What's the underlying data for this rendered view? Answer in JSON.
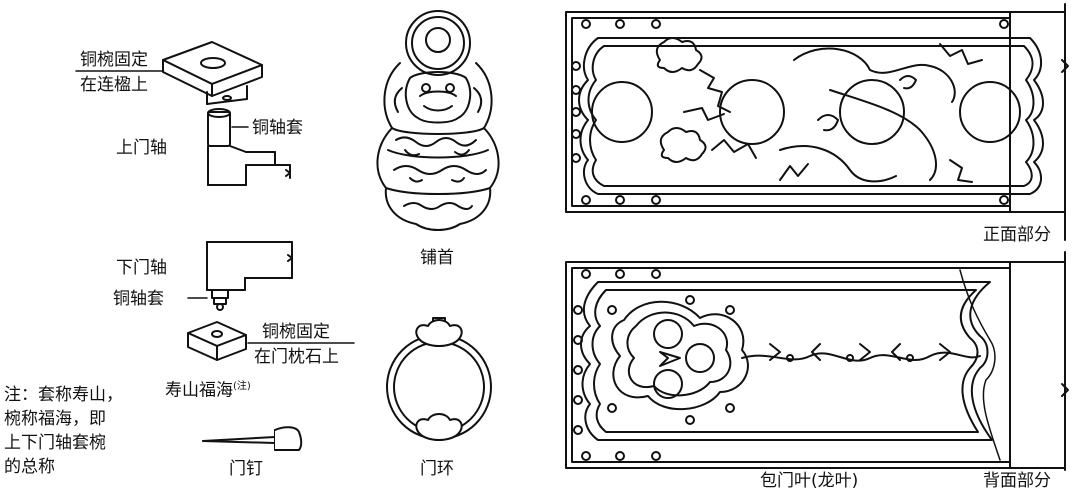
{
  "labels": {
    "copper_socket_fixed_top_1": "铜椀固定",
    "copper_socket_fixed_top_2": "在连楹上",
    "copper_sleeve_top": "铜轴套",
    "upper_pivot": "上门轴",
    "lower_pivot": "下门轴",
    "copper_sleeve_bottom": "铜轴套",
    "copper_socket_fixed_bottom_1": "铜椀固定",
    "copper_socket_fixed_bottom_2": "在门枕石上",
    "shoushan_fuhai": "寿山福海",
    "shoushan_fuhai_note": "(注)",
    "door_nail": "门钉",
    "pushou": "铺首",
    "door_ring": "门环",
    "front_part": "正面部分",
    "back_part": "背面部分",
    "door_leaf_wrap": "包门叶(龙叶)"
  },
  "note": {
    "line1": "注：套称寿山，",
    "line2": "椀称福海，即",
    "line3": "上下门轴套椀",
    "line4": "的总称"
  }
}
